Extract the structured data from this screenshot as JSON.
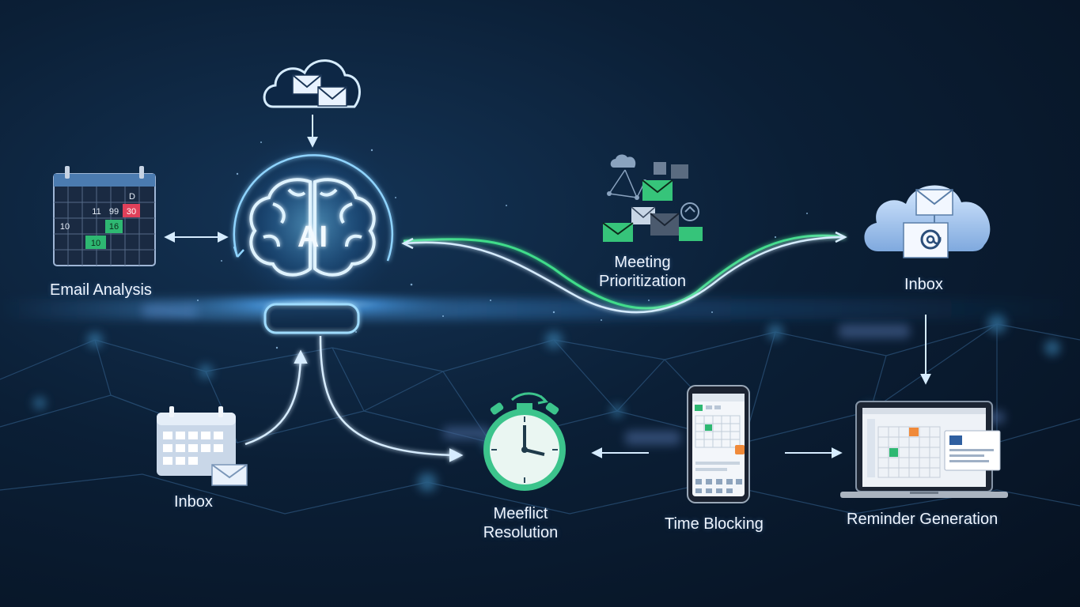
{
  "center": {
    "text": "AI"
  },
  "labels": {
    "email_analysis": "Email Analysis",
    "meeting_prioritization_line1": "Meeting",
    "meeting_prioritization_line2": "Prioritization",
    "inbox_right": "Inbox",
    "inbox_left": "Inbox",
    "conflict_line1": "Meeflict",
    "conflict_line2": "Resolution",
    "time_blocking": "Time Blocking",
    "reminder_generation": "Reminder Generation"
  },
  "calendar_numbers": [
    "D",
    "11",
    "99",
    "30",
    "10",
    "16",
    "10"
  ],
  "icons": {
    "cloud_email": "cloud-email-icon",
    "brain": "brain-icon",
    "calendar": "calendar-icon",
    "stopwatch": "stopwatch-icon",
    "smartphone": "smartphone-icon",
    "laptop": "laptop-icon",
    "cloud_at": "cloud-at-icon"
  },
  "colors": {
    "glow_blue": "#5fc3ff",
    "line_white": "#d6ecff",
    "accent_green": "#3fdc8a",
    "calendar_red": "#e0405a",
    "calendar_green": "#2eb872",
    "stopwatch_teal": "#3cc48c"
  }
}
